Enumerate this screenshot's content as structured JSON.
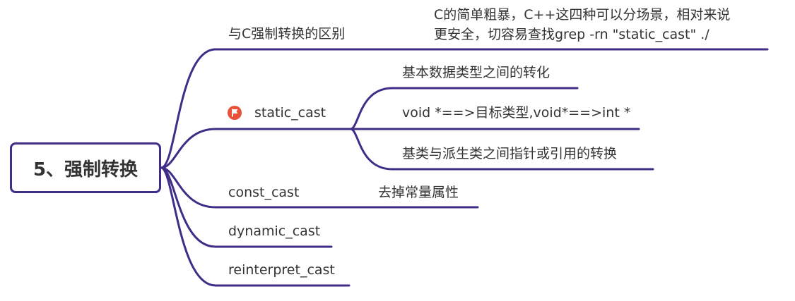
{
  "root": {
    "label": "5、强制转换"
  },
  "branches": [
    {
      "label": "与C强制转换的区别",
      "note_lines": [
        "C的简单粗暴，C++这四种可以分场景，相对来说",
        "更安全，切容易查找grep -rn \"static_cast\" ./"
      ]
    },
    {
      "label": "static_cast",
      "icon": "red-flag-icon",
      "children": [
        "基本数据类型之间的转化",
        "void *==>目标类型,void*==>int *",
        "基类与派生类之间指针或引用的转换"
      ]
    },
    {
      "label": "const_cast",
      "children": [
        "去掉常量属性"
      ]
    },
    {
      "label": "dynamic_cast"
    },
    {
      "label": "reinterpret_cast"
    }
  ],
  "colors": {
    "line": "#3f2d87",
    "text": "#333333",
    "flag": "#e8503a"
  }
}
